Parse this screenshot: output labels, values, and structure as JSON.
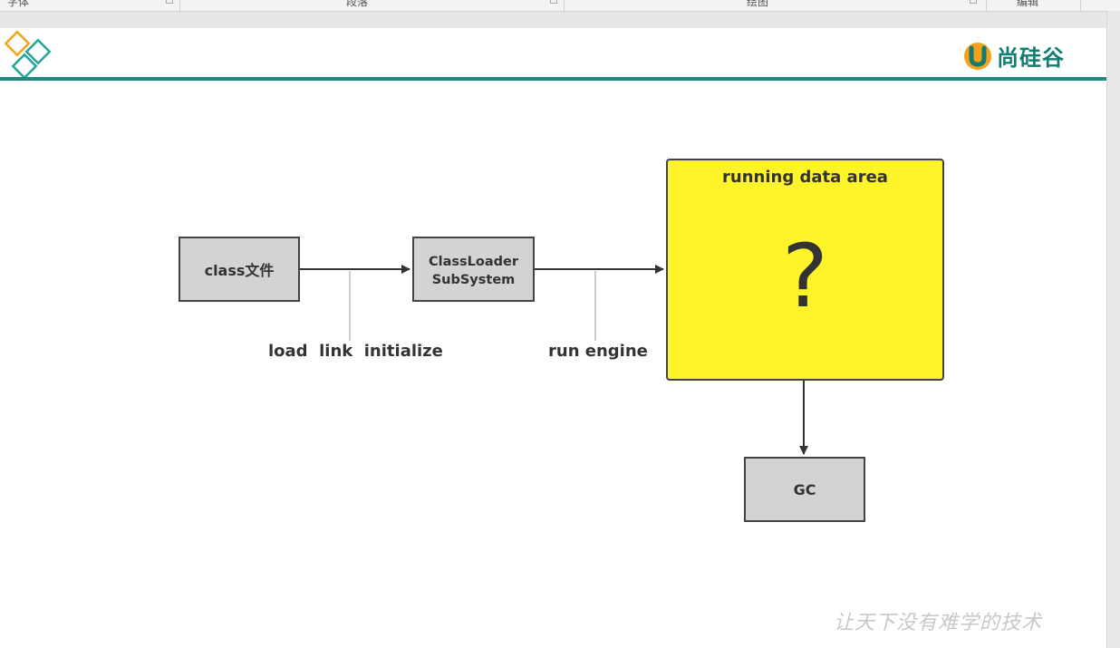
{
  "ribbon": {
    "groups": [
      "字体",
      "段落",
      "绘图",
      "编辑"
    ]
  },
  "header": {
    "brand_name": "尚硅谷",
    "accent_color": "#1f8a80",
    "logo_color": "#f3a21a"
  },
  "diagram": {
    "nodes": {
      "class_file": "class文件",
      "classloader": [
        "ClassLoader",
        "SubSystem"
      ],
      "data_area_title": "running data area",
      "data_area_symbol": "?",
      "gc": "GC"
    },
    "edge_labels": {
      "load_link_initialize": "load  link  initialize",
      "run_engine": "run engine"
    },
    "colors": {
      "node_fill": "#d3d3d3",
      "area_fill": "#fff32a",
      "stroke": "#444444"
    }
  },
  "footer": {
    "watermark": "让天下没有难学的技术"
  }
}
